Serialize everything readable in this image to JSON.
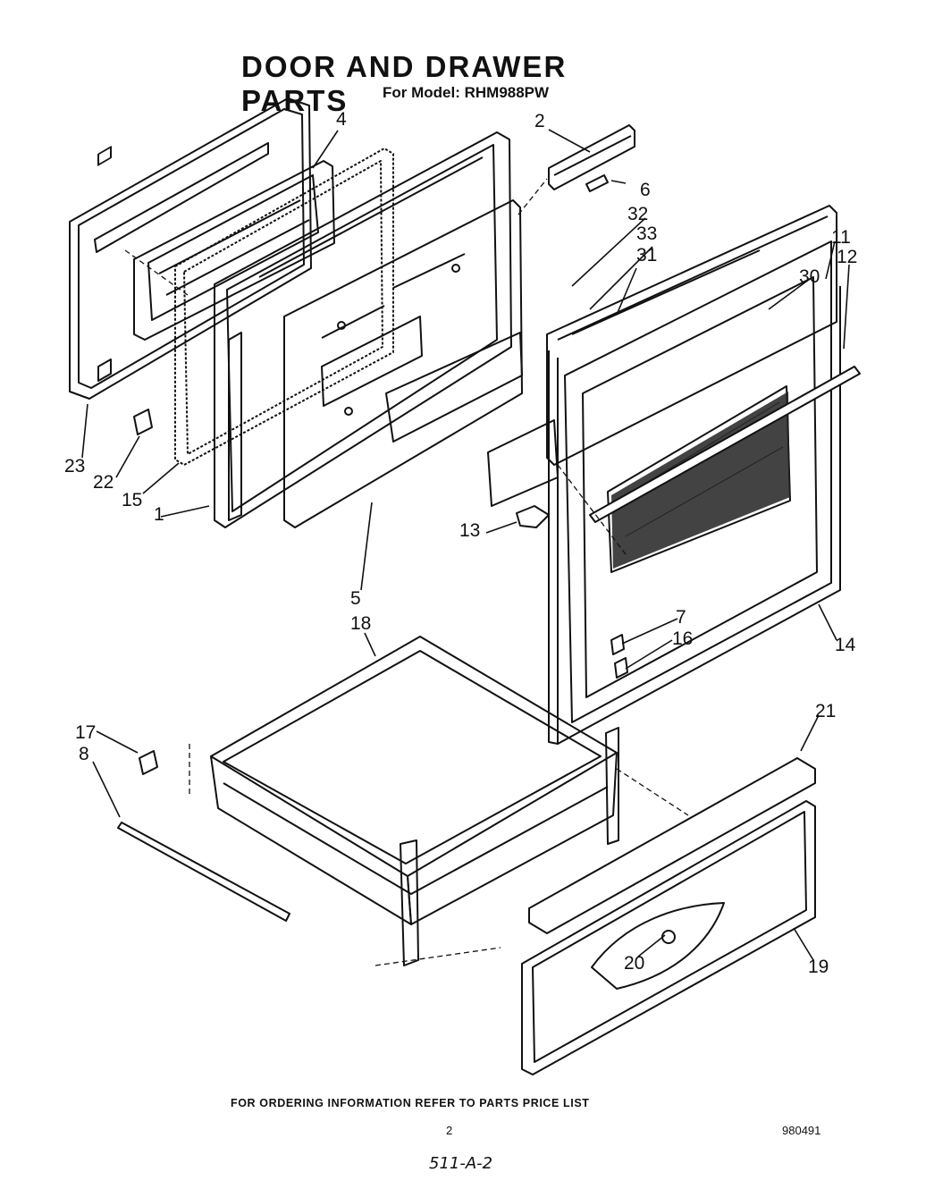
{
  "header": {
    "title": "DOOR AND DRAWER PARTS",
    "subtitle": "For Model: RHM988PW"
  },
  "callouts": [
    "1",
    "2",
    "4",
    "5",
    "6",
    "7",
    "8",
    "11",
    "12",
    "13",
    "14",
    "15",
    "16",
    "17",
    "18",
    "19",
    "20",
    "21",
    "22",
    "23",
    "30",
    "31",
    "32",
    "33"
  ],
  "footer": {
    "ordering_note": "FOR ORDERING INFORMATION REFER TO PARTS PRICE LIST",
    "page_number": "2",
    "doc_code": "980491",
    "handwritten_note": "511-A-2"
  }
}
